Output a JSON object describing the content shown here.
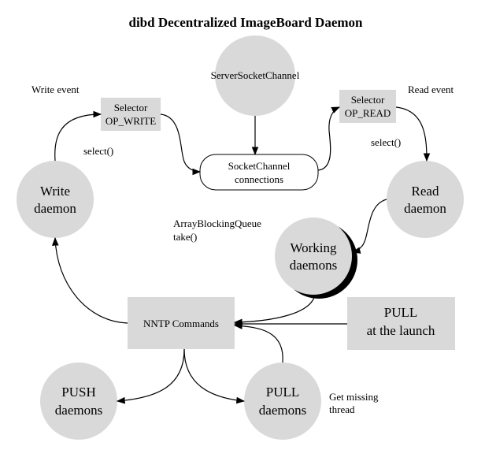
{
  "title": "dibd Decentralized ImageBoard Daemon",
  "colors": {
    "node_fill": "#d9d9d9",
    "line": "#000000",
    "background": "#ffffff"
  },
  "nodes": {
    "server_socket_channel": "ServerSocketChannel",
    "selector_write": [
      "Selector",
      "OP_WRITE"
    ],
    "selector_read": [
      "Selector",
      "OP_READ"
    ],
    "socket_channel": [
      "SocketChannel",
      "connections"
    ],
    "write_daemon": [
      "Write",
      "daemon"
    ],
    "read_daemon": [
      "Read",
      "daemon"
    ],
    "working_daemons": [
      "Working",
      "daemons"
    ],
    "nntp_commands": "NNTP Commands",
    "pull_launch": [
      "PULL",
      "at the launch"
    ],
    "push_daemons": [
      "PUSH",
      "daemons"
    ],
    "pull_daemons": [
      "PULL",
      "daemons"
    ]
  },
  "labels": {
    "write_event": "Write event",
    "read_event": "Read event",
    "select_left": "select()",
    "select_right": "select()",
    "queue": [
      "ArrayBlockingQueue",
      "take()"
    ],
    "get_missing": [
      "Get missing",
      "thread"
    ]
  }
}
